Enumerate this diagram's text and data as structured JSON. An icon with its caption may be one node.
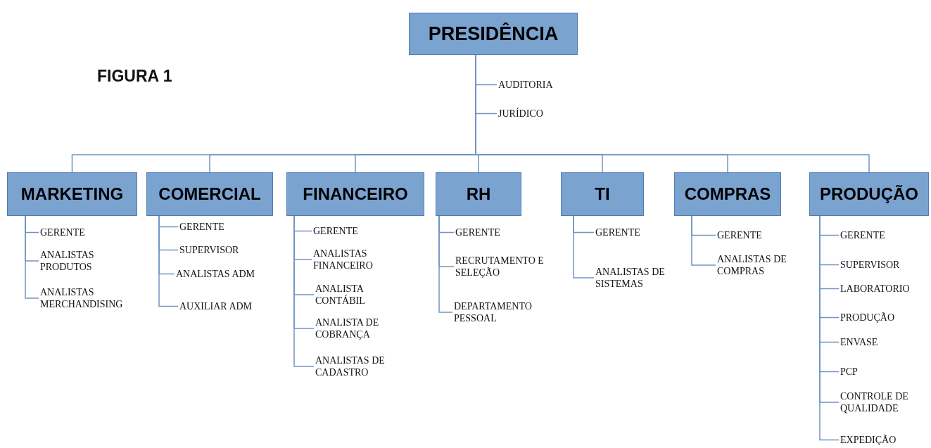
{
  "diagram": {
    "title": "FIGURA 1",
    "nodes": [
      {
        "text": [
          "PRESIDÊNCIA"
        ]
      },
      {
        "text": [
          "AUDITORIA"
        ]
      },
      {
        "text": [
          "JURÍDICO"
        ]
      },
      {
        "text": [
          "MARKETING"
        ]
      },
      {
        "text": [
          "COMERCIAL"
        ]
      },
      {
        "text": [
          "FINANCEIRO"
        ]
      },
      {
        "text": [
          "RH"
        ]
      },
      {
        "text": [
          "TI"
        ]
      },
      {
        "text": [
          "COMPRAS"
        ]
      },
      {
        "text": [
          "PRODUÇÃO"
        ]
      },
      {
        "text": [
          "GERENTE"
        ]
      },
      {
        "text": [
          "ANALISTAS PRODUTOS"
        ]
      },
      {
        "text": [
          "ANALISTAS MERCHANDISING"
        ]
      },
      {
        "text": [
          "GERENTE"
        ]
      },
      {
        "text": [
          "SUPERVISOR"
        ]
      },
      {
        "text": [
          "ANALISTAS ADM"
        ]
      },
      {
        "text": [
          "AUXILIAR ADM"
        ]
      },
      {
        "text": [
          "GERENTE"
        ]
      },
      {
        "text": [
          "ANALISTAS FINANCEIRO"
        ]
      },
      {
        "text": [
          "ANALISTA CONTÁBIL"
        ]
      },
      {
        "text": [
          "ANALISTA DE COBRANÇA"
        ]
      },
      {
        "text": [
          "ANALISTAS DE CADASTRO"
        ]
      },
      {
        "text": [
          "GERENTE"
        ]
      },
      {
        "text": [
          "RECRUTAMENTO E SELEÇÃO"
        ]
      },
      {
        "text": [
          "DEPARTAMENTO PESSOAL"
        ]
      },
      {
        "text": [
          "GERENTE"
        ]
      },
      {
        "text": [
          "ANALISTAS DE SISTEMAS"
        ]
      },
      {
        "text": [
          "GERENTE"
        ]
      },
      {
        "text": [
          "ANALISTAS DE COMPRAS"
        ]
      },
      {
        "text": [
          "GERENTE"
        ]
      },
      {
        "text": [
          "SUPERVISOR"
        ]
      },
      {
        "text": [
          "LABORATORIO"
        ]
      },
      {
        "text": [
          "PRODUÇÃO"
        ]
      },
      {
        "text": [
          "ENVASE"
        ]
      },
      {
        "text": [
          "PCP"
        ]
      },
      {
        "text": [
          "CONTROLE DE QUALIDADE"
        ]
      },
      {
        "text": [
          "EXPEDIÇÃO"
        ]
      }
    ],
    "edges": [
      {
        "from": 0,
        "to": 1,
        "arrow": "none"
      },
      {
        "from": 0,
        "to": 2,
        "arrow": "none"
      },
      {
        "from": 0,
        "to": 3,
        "arrow": "none"
      },
      {
        "from": 0,
        "to": 4,
        "arrow": "none"
      },
      {
        "from": 0,
        "to": 5,
        "arrow": "none"
      },
      {
        "from": 0,
        "to": 6,
        "arrow": "none"
      },
      {
        "from": 0,
        "to": 7,
        "arrow": "none"
      },
      {
        "from": 0,
        "to": 8,
        "arrow": "none"
      },
      {
        "from": 0,
        "to": 9,
        "arrow": "none"
      },
      {
        "from": 3,
        "to": 10,
        "arrow": "none"
      },
      {
        "from": 3,
        "to": 11,
        "arrow": "none"
      },
      {
        "from": 3,
        "to": 12,
        "arrow": "none"
      },
      {
        "from": 4,
        "to": 13,
        "arrow": "none"
      },
      {
        "from": 4,
        "to": 14,
        "arrow": "none"
      },
      {
        "from": 4,
        "to": 15,
        "arrow": "none"
      },
      {
        "from": 4,
        "to": 16,
        "arrow": "none"
      },
      {
        "from": 5,
        "to": 17,
        "arrow": "none"
      },
      {
        "from": 5,
        "to": 18,
        "arrow": "none"
      },
      {
        "from": 5,
        "to": 19,
        "arrow": "none"
      },
      {
        "from": 5,
        "to": 20,
        "arrow": "none"
      },
      {
        "from": 5,
        "to": 21,
        "arrow": "none"
      },
      {
        "from": 6,
        "to": 22,
        "arrow": "none"
      },
      {
        "from": 6,
        "to": 23,
        "arrow": "none"
      },
      {
        "from": 6,
        "to": 24,
        "arrow": "none"
      },
      {
        "from": 7,
        "to": 25,
        "arrow": "none"
      },
      {
        "from": 7,
        "to": 26,
        "arrow": "none"
      },
      {
        "from": 8,
        "to": 27,
        "arrow": "none"
      },
      {
        "from": 8,
        "to": 28,
        "arrow": "none"
      },
      {
        "from": 9,
        "to": 29,
        "arrow": "none"
      },
      {
        "from": 9,
        "to": 30,
        "arrow": "none"
      },
      {
        "from": 9,
        "to": 31,
        "arrow": "none"
      },
      {
        "from": 9,
        "to": 32,
        "arrow": "none"
      },
      {
        "from": 9,
        "to": 33,
        "arrow": "none"
      },
      {
        "from": 9,
        "to": 34,
        "arrow": "none"
      },
      {
        "from": 9,
        "to": 35,
        "arrow": "none"
      },
      {
        "from": 9,
        "to": 36,
        "arrow": "none"
      }
    ]
  }
}
